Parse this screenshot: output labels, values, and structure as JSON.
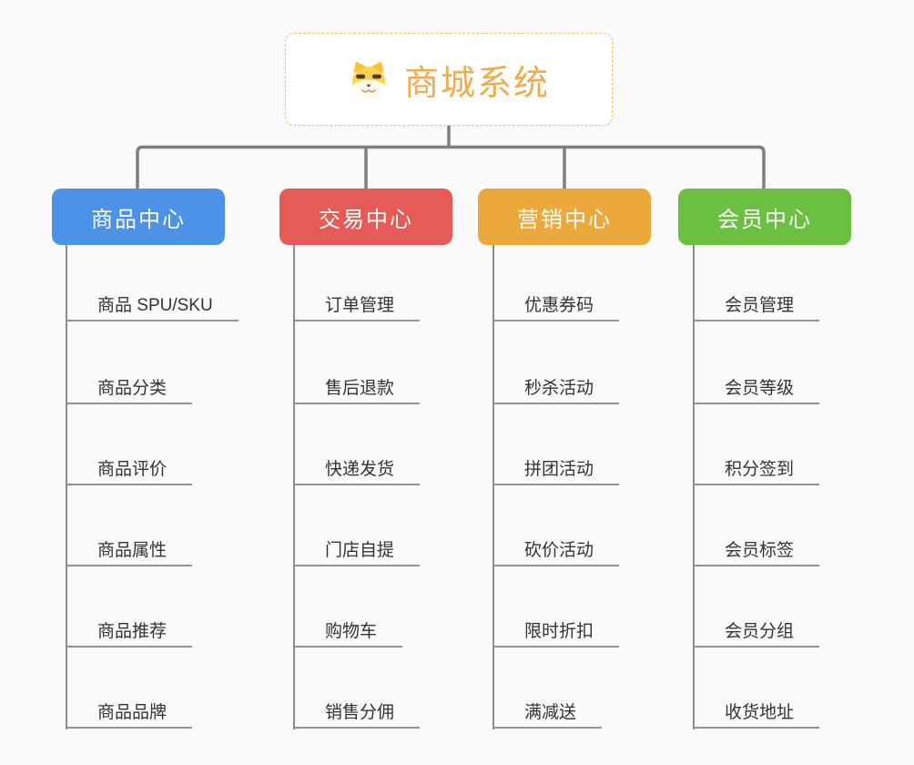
{
  "root": {
    "title": "商城系统",
    "icon": "dog-face-icon",
    "title_color": "#f0ab4c",
    "border_color": "#f0c06a",
    "background": "#ffffff"
  },
  "connectors": {
    "color": "#7f7f7f"
  },
  "leaf_style": {
    "underline_color": "#939393",
    "text_color": "#333333"
  },
  "page_background": "#fafafa",
  "branches": [
    {
      "label": "商品中心",
      "color": "#4c93e8",
      "items": [
        "商品 SPU/SKU",
        "商品分类",
        "商品评价",
        "商品属性",
        "商品推荐",
        "商品品牌"
      ]
    },
    {
      "label": "交易中心",
      "color": "#e45b57",
      "items": [
        "订单管理",
        "售后退款",
        "快递发货",
        "门店自提",
        "购物车",
        "销售分佣"
      ]
    },
    {
      "label": "营销中心",
      "color": "#eba93c",
      "items": [
        "优惠券码",
        "秒杀活动",
        "拼团活动",
        "砍价活动",
        "限时折扣",
        "满减送"
      ]
    },
    {
      "label": "会员中心",
      "color": "#6cc041",
      "items": [
        "会员管理",
        "会员等级",
        "积分签到",
        "会员标签",
        "会员分组",
        "收货地址"
      ]
    }
  ]
}
